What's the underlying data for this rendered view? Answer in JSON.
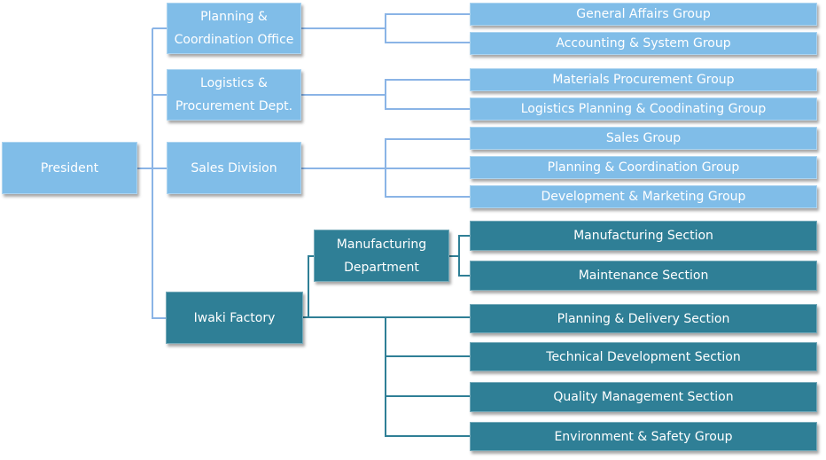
{
  "colors": {
    "light_box": "#80bde8",
    "dark_box": "#2f7f96",
    "light_line": "#8ab4e6",
    "dark_line": "#2f7f96",
    "text": "#ffffff"
  },
  "root": {
    "label": "President"
  },
  "divisions": [
    {
      "label_lines": [
        "Planning &",
        "Coordination Office"
      ],
      "groups": [
        "General Affairs Group",
        "Accounting & System Group"
      ]
    },
    {
      "label_lines": [
        "Logistics &",
        "Procurement Dept."
      ],
      "groups": [
        "Materials Procurement Group",
        "Logistics Planning & Coodinating Group"
      ]
    },
    {
      "label_lines": [
        "Sales Division"
      ],
      "groups": [
        "Sales Group",
        "Planning & Coordination Group",
        "Development & Marketing Group"
      ]
    },
    {
      "label_lines": [
        "Iwaki Factory"
      ],
      "sub_department": {
        "label_lines": [
          "Manufacturing",
          "Department"
        ],
        "groups": [
          "Manufacturing Section",
          "Maintenance Section"
        ]
      },
      "groups": [
        "Planning & Delivery Section",
        "Technical Development Section",
        "Quality Management Section",
        "Environment & Safety Group"
      ]
    }
  ]
}
